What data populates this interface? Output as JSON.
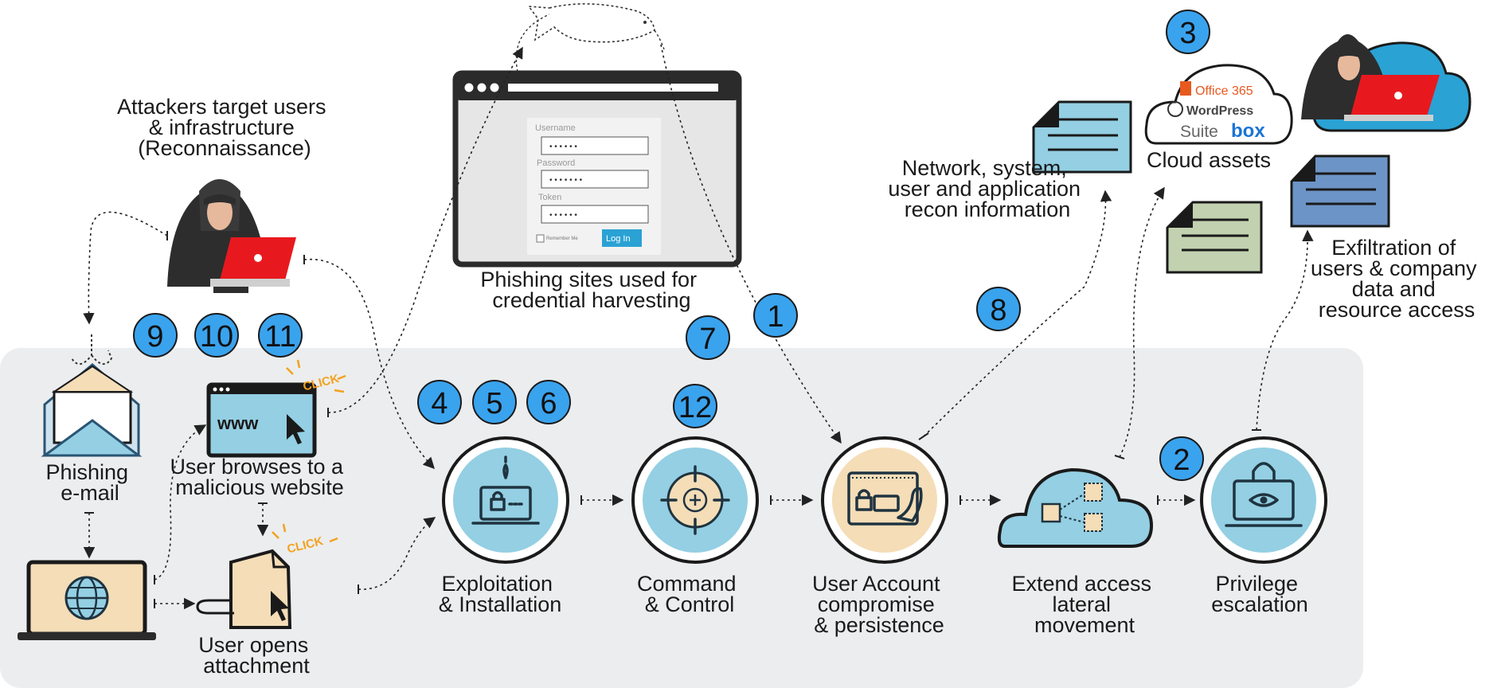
{
  "attackers_label": [
    "Attackers target users",
    "& infrastructure",
    "(Reconnaissance)"
  ],
  "phishing_sites_label": [
    "Phishing sites used for",
    "credential harvesting"
  ],
  "login_form": {
    "username_label": "Username",
    "password_label": "Password",
    "token_label": "Token",
    "username_mask": "• • • • • •",
    "password_mask": "• • • • • • •",
    "token_mask": "• • • • • •",
    "remember_me": "Remember Me",
    "login_button": "Log In"
  },
  "phishing_email_label": [
    "Phishing",
    "e-mail"
  ],
  "browse_label": [
    "User browses to a",
    "malicious website"
  ],
  "opens_attachment_label": [
    "User opens",
    "attachment"
  ],
  "click_badge": "CLICK",
  "www_text": "www",
  "stages": [
    {
      "id": "exploitation",
      "label": [
        "Exploitation",
        "& Installation"
      ]
    },
    {
      "id": "command-control",
      "label": [
        "Command",
        "& Control"
      ]
    },
    {
      "id": "account-compromise",
      "label": [
        "User Account",
        "compromise",
        "& persistence"
      ]
    },
    {
      "id": "lateral-movement",
      "label": [
        "Extend access",
        "lateral",
        "movement"
      ]
    },
    {
      "id": "privilege-escalation",
      "label": [
        "Privilege",
        "escalation"
      ]
    }
  ],
  "recon_info_label": [
    "Network, system,",
    "user and application",
    "recon information"
  ],
  "cloud_assets_label": "Cloud assets",
  "cloud_brands": {
    "office": "Office 365",
    "wordpress": "WordPress",
    "suite": "Suite",
    "box": "box"
  },
  "exfiltration_label": [
    "Exfiltration of",
    "users & company",
    "data and",
    "resource access"
  ],
  "step_badges": {
    "b1": "1",
    "b2": "2",
    "b3": "3",
    "b4": "4",
    "b5": "5",
    "b6": "6",
    "b7": "7",
    "b8": "8",
    "b9": "9",
    "b10": "10",
    "b11": "11",
    "b12": "12"
  },
  "colors": {
    "badge_blue": "#3aa3ee",
    "panel_gray": "#ecedee",
    "icon_blue": "#94cfe3",
    "icon_tan": "#f4ddb7",
    "laptop_red": "#e8191e",
    "doc_green": "#c2d1b0",
    "doc_blue": "#6d94c6"
  }
}
